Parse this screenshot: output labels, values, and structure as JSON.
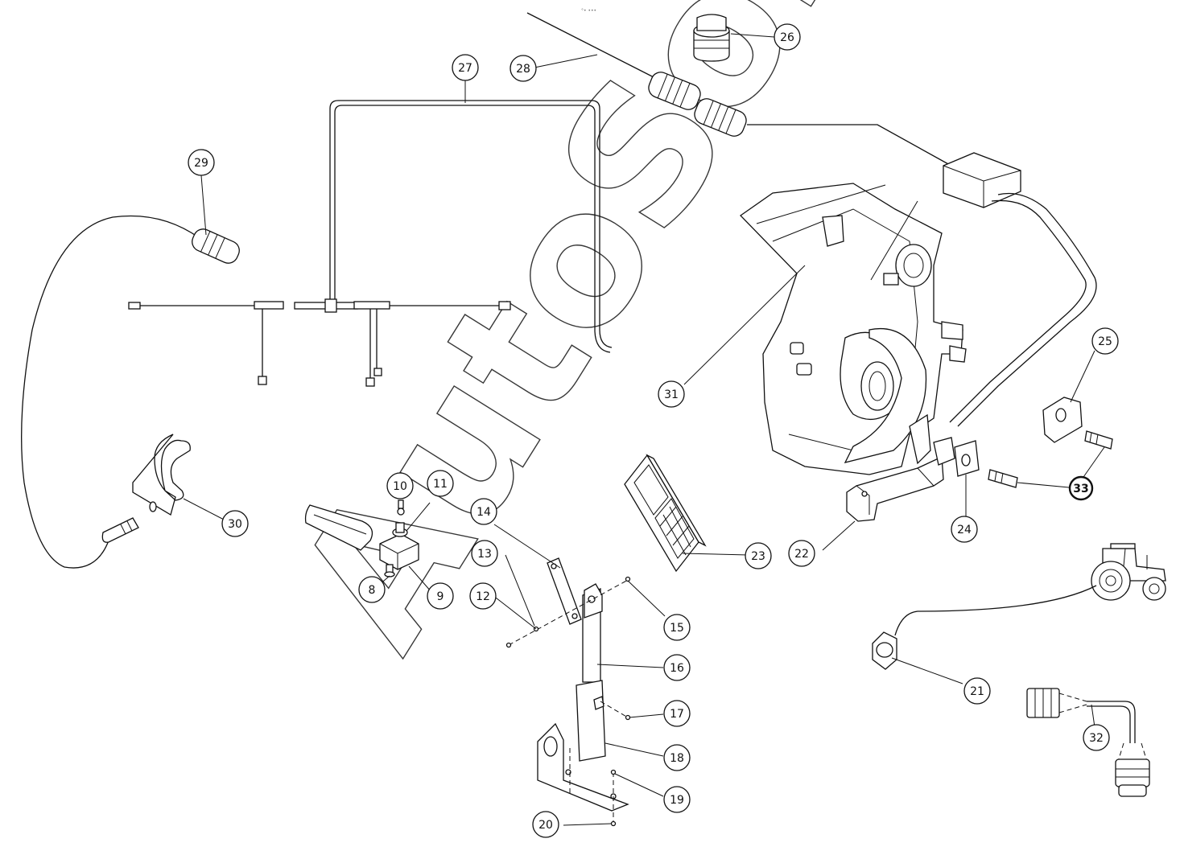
{
  "page_tag": "°• •••",
  "watermark": "AutoSoft",
  "callouts": [
    {
      "id": "c8",
      "label": "8"
    },
    {
      "id": "c9",
      "label": "9"
    },
    {
      "id": "c10",
      "label": "10"
    },
    {
      "id": "c11",
      "label": "11"
    },
    {
      "id": "c12",
      "label": "12"
    },
    {
      "id": "c13",
      "label": "13"
    },
    {
      "id": "c14",
      "label": "14"
    },
    {
      "id": "c15",
      "label": "15"
    },
    {
      "id": "c16",
      "label": "16"
    },
    {
      "id": "c17",
      "label": "17"
    },
    {
      "id": "c18",
      "label": "18"
    },
    {
      "id": "c19",
      "label": "19"
    },
    {
      "id": "c20",
      "label": "20"
    },
    {
      "id": "c21",
      "label": "21"
    },
    {
      "id": "c22",
      "label": "22"
    },
    {
      "id": "c23",
      "label": "23"
    },
    {
      "id": "c24",
      "label": "24"
    },
    {
      "id": "c25",
      "label": "25"
    },
    {
      "id": "c26",
      "label": "26"
    },
    {
      "id": "c27",
      "label": "27"
    },
    {
      "id": "c28",
      "label": "28"
    },
    {
      "id": "c29",
      "label": "29"
    },
    {
      "id": "c30",
      "label": "30"
    },
    {
      "id": "c31",
      "label": "31"
    },
    {
      "id": "c32",
      "label": "32"
    },
    {
      "id": "c33",
      "label": "33",
      "emphasis": "bold"
    }
  ]
}
